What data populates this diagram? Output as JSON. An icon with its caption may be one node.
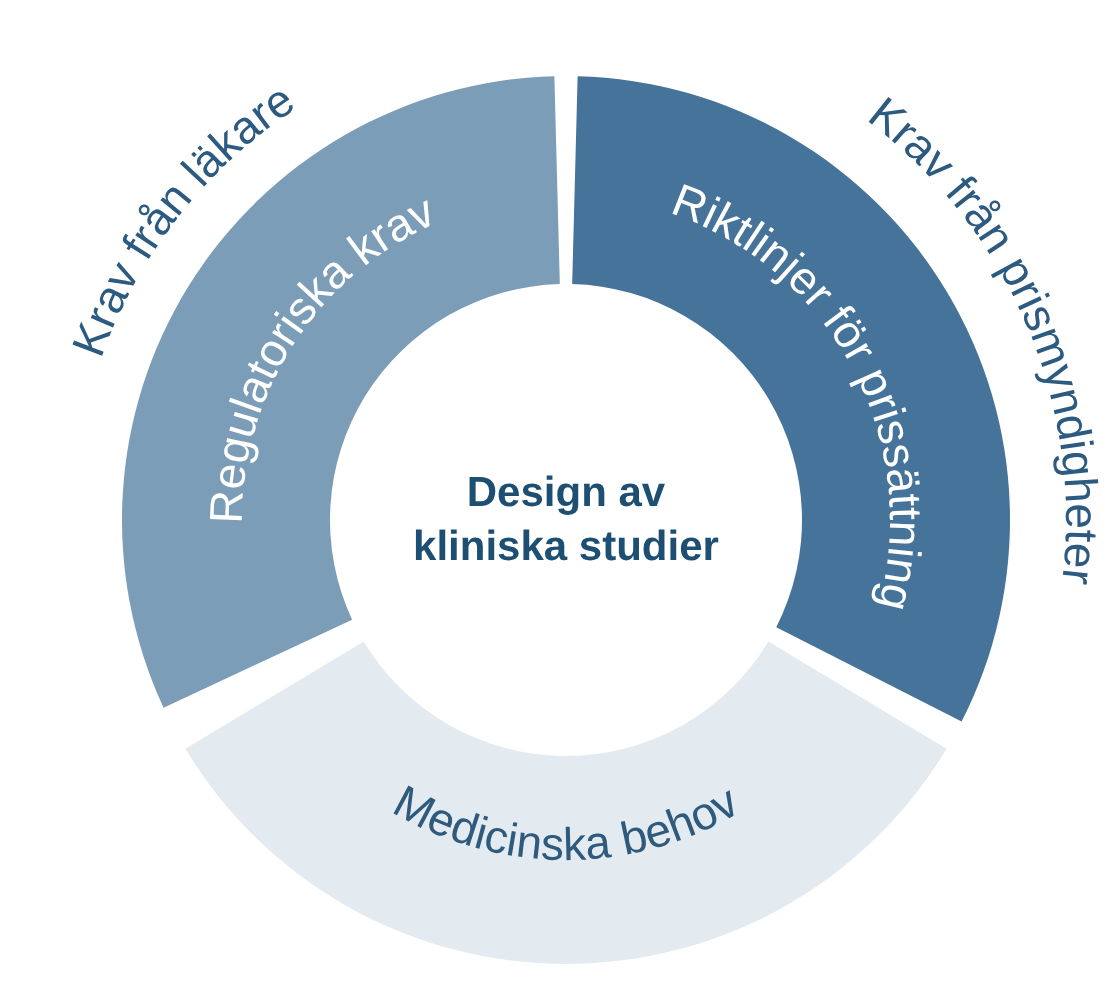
{
  "diagram": {
    "nodes": [
      {
        "text": [
          "Design av kliniska studier"
        ]
      },
      {
        "text": [
          "Regulatoriska krav"
        ]
      },
      {
        "text": [
          "Riktlinjer för prissättning"
        ]
      },
      {
        "text": [
          "Medicinska behov"
        ]
      }
    ],
    "labels": [
      "Krav från läkare",
      "Krav från prismyndigheter"
    ]
  }
}
